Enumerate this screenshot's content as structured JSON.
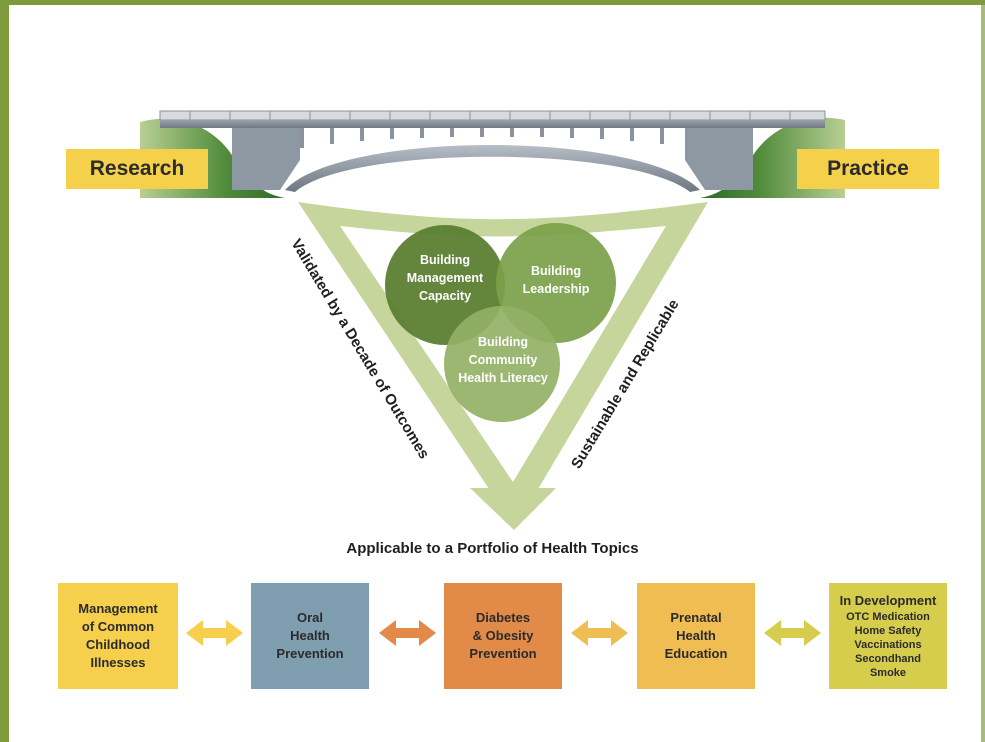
{
  "bridge": {
    "left_label": "Research",
    "right_label": "Practice"
  },
  "triangle": {
    "left_side_text": "Validated by a Decade of Outcomes",
    "right_side_text": "Sustainable and Replicable",
    "circles": [
      {
        "label": "Building Management Capacity"
      },
      {
        "label": "Building Leadership"
      },
      {
        "label": "Building Community Health Literacy"
      }
    ]
  },
  "portfolio": {
    "title": "Applicable to a Portfolio of Health Topics",
    "topics": [
      {
        "label": "Management\nof Common\nChildhood\nIllnesses",
        "color": "#f6cf4c"
      },
      {
        "label": "Oral\nHealth\nPrevention",
        "color": "#7f9eb0"
      },
      {
        "label": "Diabetes\n& Obesity\nPrevention",
        "color": "#e28a48"
      },
      {
        "label": "Prenatal\nHealth\nEducation",
        "color": "#efbd51"
      },
      {
        "label": "In Development",
        "color": "#d6cd4c",
        "items": [
          "OTC Medication",
          "Home Safety",
          "Vaccinations",
          "Secondhand",
          "Smoke"
        ]
      }
    ],
    "arrow_colors": [
      "#f6cf4c",
      "#e28a48",
      "#efbd51",
      "#d6cd4c"
    ]
  },
  "colors": {
    "frame": "#7f9a3c",
    "triangle": "#c5d59b",
    "circle_dark": "#5b7f31",
    "circle_mid": "#7ba04a",
    "circle_light": "#93b166"
  }
}
